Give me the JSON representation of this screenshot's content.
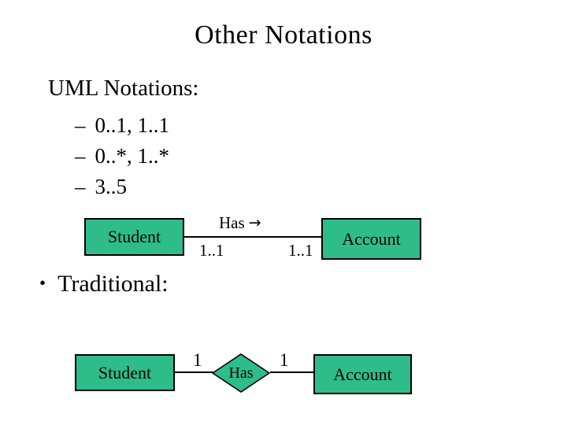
{
  "slide": {
    "title": "Other Notations",
    "uml_section": {
      "heading": "UML Notations:",
      "list_marker": "–",
      "items": [
        "0..1, 1..1",
        "0..*, 1..*",
        "3..5"
      ]
    },
    "traditional_section": {
      "bullet": "•",
      "heading": "Traditional:"
    }
  },
  "uml_diagram": {
    "left_entity": "Student",
    "right_entity": "Account",
    "relationship": "Has",
    "arrow_icon": "→",
    "left_cardinality": "1..1",
    "right_cardinality": "1..1"
  },
  "er_diagram": {
    "left_entity": "Student",
    "right_entity": "Account",
    "relationship": "Has",
    "left_cardinality": "1",
    "right_cardinality": "1"
  },
  "colors": {
    "background": "#ffffff",
    "text": "#000000",
    "entity_fill": "#2ebd8a",
    "entity_border": "#000000",
    "line": "#000000"
  }
}
